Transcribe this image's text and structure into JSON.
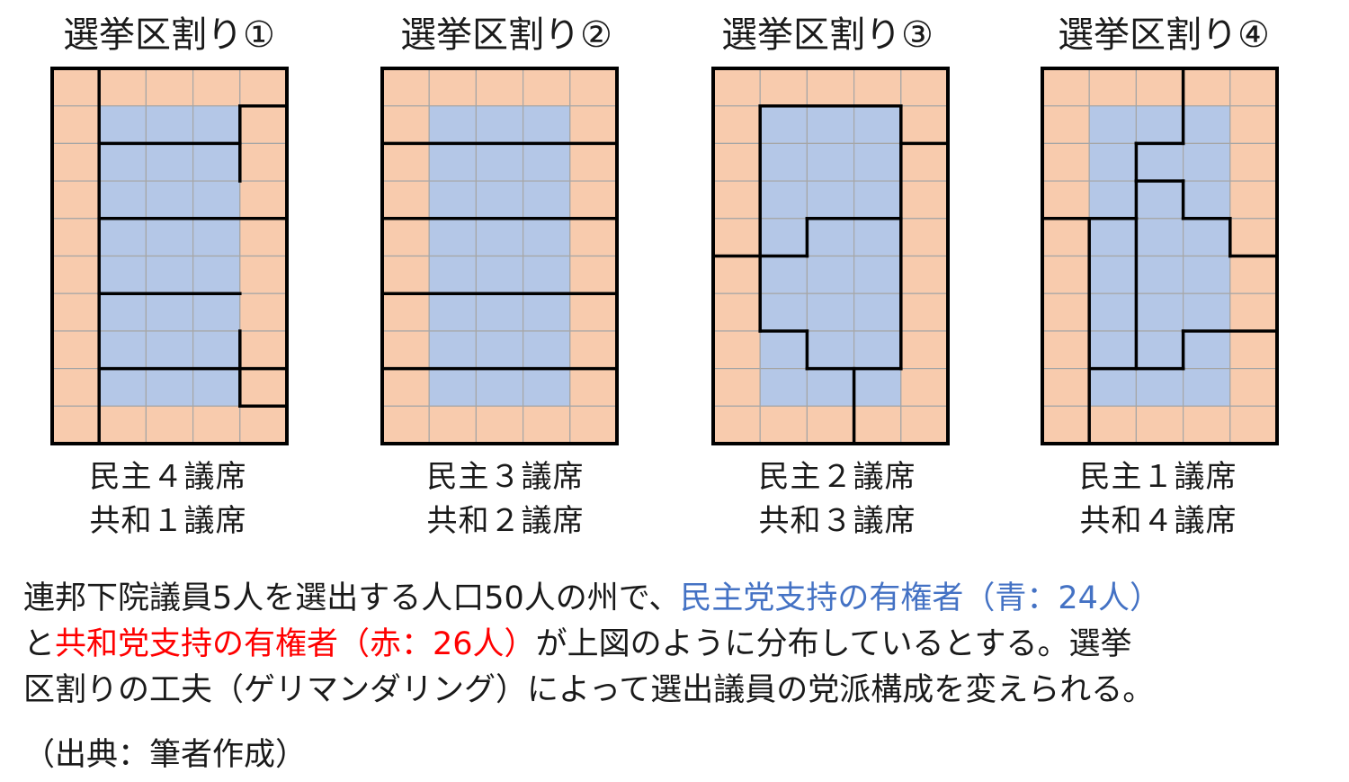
{
  "colors": {
    "democrat_cell": "#B4C7E7",
    "republican_cell": "#F8CBAD",
    "grid_line": "#A6A6A6",
    "district_border": "#000000",
    "democrat_text": "#4472C4",
    "republican_text": "#FF0000"
  },
  "grid": {
    "columns": 5,
    "rows": 10,
    "democrat_block": {
      "columns": [
        1,
        3
      ],
      "rows": [
        1,
        8
      ]
    }
  },
  "maps": [
    {
      "title": "選挙区割り①",
      "result_line1": "民主４議席",
      "result_line2": "共和１議席"
    },
    {
      "title": "選挙区割り②",
      "result_line1": "民主３議席",
      "result_line2": "共和２議席"
    },
    {
      "title": "選挙区割り③",
      "result_line1": "民主２議席",
      "result_line2": "共和３議席"
    },
    {
      "title": "選挙区割り④",
      "result_line1": "民主１議席",
      "result_line2": "共和４議席"
    }
  ],
  "caption": {
    "part1": "連邦下院議員5人を選出する人口50人の州で、",
    "blue_text": "民主党支持の有権者（青：24人）",
    "part2": "と",
    "red_text": "共和党支持の有権者（赤：26人）",
    "part3": "が上図のように分布しているとする。選挙",
    "line3": "区割りの工夫（ゲリマンダリング）によって選出議員の党派構成を変えられる。"
  },
  "source": "（出典：筆者作成）"
}
